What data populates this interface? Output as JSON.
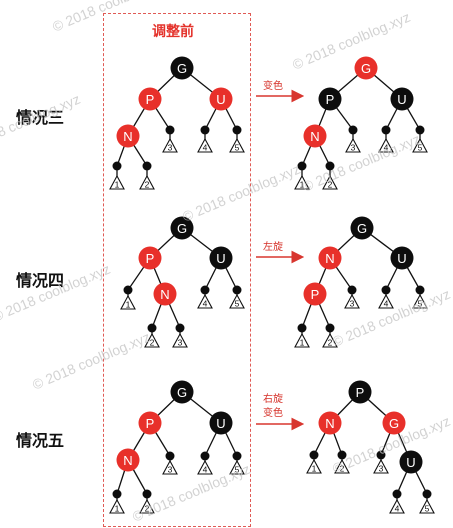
{
  "header": {
    "before_label": "调整前"
  },
  "watermark": {
    "text": "© 2018 coolblog.xyz"
  },
  "colors": {
    "red": "#e8302a",
    "black": "#0d0d0d",
    "arrow": "#d8362f",
    "dash": "#e05a55"
  },
  "rows": [
    {
      "case_label": "情况三",
      "action": [
        "变色"
      ],
      "before": {
        "nodes": [
          {
            "id": "G",
            "label": "G",
            "color": "black"
          },
          {
            "id": "P",
            "label": "P",
            "color": "red"
          },
          {
            "id": "U",
            "label": "U",
            "color": "red"
          },
          {
            "id": "N",
            "label": "N",
            "color": "red"
          },
          {
            "id": "p1",
            "label": "",
            "color": "nil"
          },
          {
            "id": "t3",
            "label": "3",
            "color": "tri"
          },
          {
            "id": "u1",
            "label": "",
            "color": "nil"
          },
          {
            "id": "u2",
            "label": "",
            "color": "nil"
          },
          {
            "id": "t4",
            "label": "4",
            "color": "tri"
          },
          {
            "id": "t5",
            "label": "5",
            "color": "tri"
          },
          {
            "id": "n1",
            "label": "",
            "color": "nil"
          },
          {
            "id": "n2",
            "label": "",
            "color": "nil"
          },
          {
            "id": "t1",
            "label": "1",
            "color": "tri"
          },
          {
            "id": "t2",
            "label": "2",
            "color": "tri"
          }
        ],
        "edges": [
          [
            "G",
            "P"
          ],
          [
            "G",
            "U"
          ],
          [
            "P",
            "N"
          ],
          [
            "P",
            "p1"
          ],
          [
            "p1",
            "t3"
          ],
          [
            "U",
            "u1"
          ],
          [
            "U",
            "u2"
          ],
          [
            "u1",
            "t4"
          ],
          [
            "u2",
            "t5"
          ],
          [
            "N",
            "n1"
          ],
          [
            "N",
            "n2"
          ],
          [
            "n1",
            "t1"
          ],
          [
            "n2",
            "t2"
          ]
        ]
      },
      "after": {
        "nodes": [
          {
            "id": "G",
            "label": "G",
            "color": "red"
          },
          {
            "id": "P",
            "label": "P",
            "color": "black"
          },
          {
            "id": "U",
            "label": "U",
            "color": "black"
          },
          {
            "id": "N",
            "label": "N",
            "color": "red"
          },
          {
            "id": "p1",
            "label": "",
            "color": "nil"
          },
          {
            "id": "t3",
            "label": "3",
            "color": "tri"
          },
          {
            "id": "u1",
            "label": "",
            "color": "nil"
          },
          {
            "id": "u2",
            "label": "",
            "color": "nil"
          },
          {
            "id": "t4",
            "label": "4",
            "color": "tri"
          },
          {
            "id": "t5",
            "label": "5",
            "color": "tri"
          },
          {
            "id": "n1",
            "label": "",
            "color": "nil"
          },
          {
            "id": "n2",
            "label": "",
            "color": "nil"
          },
          {
            "id": "t1",
            "label": "1",
            "color": "tri"
          },
          {
            "id": "t2",
            "label": "2",
            "color": "tri"
          }
        ],
        "edges": [
          [
            "G",
            "P"
          ],
          [
            "G",
            "U"
          ],
          [
            "P",
            "N"
          ],
          [
            "P",
            "p1"
          ],
          [
            "p1",
            "t3"
          ],
          [
            "U",
            "u1"
          ],
          [
            "U",
            "u2"
          ],
          [
            "u1",
            "t4"
          ],
          [
            "u2",
            "t5"
          ],
          [
            "N",
            "n1"
          ],
          [
            "N",
            "n2"
          ],
          [
            "n1",
            "t1"
          ],
          [
            "n2",
            "t2"
          ]
        ]
      }
    },
    {
      "case_label": "情况四",
      "action": [
        "左旋"
      ],
      "before": {
        "nodes": [
          {
            "id": "G",
            "label": "G",
            "color": "black"
          },
          {
            "id": "P",
            "label": "P",
            "color": "red"
          },
          {
            "id": "U",
            "label": "U",
            "color": "black"
          },
          {
            "id": "N",
            "label": "N",
            "color": "red"
          },
          {
            "id": "p1",
            "label": "",
            "color": "nil"
          },
          {
            "id": "t1",
            "label": "1",
            "color": "tri"
          },
          {
            "id": "u1",
            "label": "",
            "color": "nil"
          },
          {
            "id": "u2",
            "label": "",
            "color": "nil"
          },
          {
            "id": "t4",
            "label": "4",
            "color": "tri"
          },
          {
            "id": "t5",
            "label": "5",
            "color": "tri"
          },
          {
            "id": "n1",
            "label": "",
            "color": "nil"
          },
          {
            "id": "n2",
            "label": "",
            "color": "nil"
          },
          {
            "id": "t2",
            "label": "2",
            "color": "tri"
          },
          {
            "id": "t3",
            "label": "3",
            "color": "tri"
          }
        ],
        "edges": [
          [
            "G",
            "P"
          ],
          [
            "G",
            "U"
          ],
          [
            "P",
            "p1"
          ],
          [
            "p1",
            "t1"
          ],
          [
            "P",
            "N"
          ],
          [
            "U",
            "u1"
          ],
          [
            "U",
            "u2"
          ],
          [
            "u1",
            "t4"
          ],
          [
            "u2",
            "t5"
          ],
          [
            "N",
            "n1"
          ],
          [
            "N",
            "n2"
          ],
          [
            "n1",
            "t2"
          ],
          [
            "n2",
            "t3"
          ]
        ]
      },
      "after": {
        "nodes": [
          {
            "id": "G",
            "label": "G",
            "color": "black"
          },
          {
            "id": "N",
            "label": "N",
            "color": "red"
          },
          {
            "id": "U",
            "label": "U",
            "color": "black"
          },
          {
            "id": "P",
            "label": "P",
            "color": "red"
          },
          {
            "id": "m1",
            "label": "",
            "color": "nil"
          },
          {
            "id": "t3",
            "label": "3",
            "color": "tri"
          },
          {
            "id": "u1",
            "label": "",
            "color": "nil"
          },
          {
            "id": "u2",
            "label": "",
            "color": "nil"
          },
          {
            "id": "t4",
            "label": "4",
            "color": "tri"
          },
          {
            "id": "t5",
            "label": "5",
            "color": "tri"
          },
          {
            "id": "q1",
            "label": "",
            "color": "nil"
          },
          {
            "id": "q2",
            "label": "",
            "color": "nil"
          },
          {
            "id": "t1",
            "label": "1",
            "color": "tri"
          },
          {
            "id": "t2",
            "label": "2",
            "color": "tri"
          }
        ],
        "edges": [
          [
            "G",
            "N"
          ],
          [
            "G",
            "U"
          ],
          [
            "N",
            "P"
          ],
          [
            "N",
            "m1"
          ],
          [
            "m1",
            "t3"
          ],
          [
            "U",
            "u1"
          ],
          [
            "U",
            "u2"
          ],
          [
            "u1",
            "t4"
          ],
          [
            "u2",
            "t5"
          ],
          [
            "P",
            "q1"
          ],
          [
            "P",
            "q2"
          ],
          [
            "q1",
            "t1"
          ],
          [
            "q2",
            "t2"
          ]
        ]
      }
    },
    {
      "case_label": "情况五",
      "action": [
        "右旋",
        "变色"
      ],
      "before": {
        "nodes": [
          {
            "id": "G",
            "label": "G",
            "color": "black"
          },
          {
            "id": "P",
            "label": "P",
            "color": "red"
          },
          {
            "id": "U",
            "label": "U",
            "color": "black"
          },
          {
            "id": "N",
            "label": "N",
            "color": "red"
          },
          {
            "id": "p1",
            "label": "",
            "color": "nil"
          },
          {
            "id": "t3",
            "label": "3",
            "color": "tri"
          },
          {
            "id": "u1",
            "label": "",
            "color": "nil"
          },
          {
            "id": "u2",
            "label": "",
            "color": "nil"
          },
          {
            "id": "t4",
            "label": "4",
            "color": "tri"
          },
          {
            "id": "t5",
            "label": "5",
            "color": "tri"
          },
          {
            "id": "n1",
            "label": "",
            "color": "nil"
          },
          {
            "id": "n2",
            "label": "",
            "color": "nil"
          },
          {
            "id": "t1",
            "label": "1",
            "color": "tri"
          },
          {
            "id": "t2",
            "label": "2",
            "color": "tri"
          }
        ],
        "edges": [
          [
            "G",
            "P"
          ],
          [
            "G",
            "U"
          ],
          [
            "P",
            "N"
          ],
          [
            "P",
            "p1"
          ],
          [
            "p1",
            "t3"
          ],
          [
            "U",
            "u1"
          ],
          [
            "U",
            "u2"
          ],
          [
            "u1",
            "t4"
          ],
          [
            "u2",
            "t5"
          ],
          [
            "N",
            "n1"
          ],
          [
            "N",
            "n2"
          ],
          [
            "n1",
            "t1"
          ],
          [
            "n2",
            "t2"
          ]
        ]
      },
      "after": {
        "nodes": [
          {
            "id": "P",
            "label": "P",
            "color": "black"
          },
          {
            "id": "N",
            "label": "N",
            "color": "red"
          },
          {
            "id": "G",
            "label": "G",
            "color": "red"
          },
          {
            "id": "n1",
            "label": "",
            "color": "nil"
          },
          {
            "id": "n2",
            "label": "",
            "color": "nil"
          },
          {
            "id": "t1",
            "label": "1",
            "color": "tri"
          },
          {
            "id": "t2",
            "label": "2",
            "color": "tri"
          },
          {
            "id": "g1",
            "label": "",
            "color": "nil"
          },
          {
            "id": "t3",
            "label": "3",
            "color": "tri"
          },
          {
            "id": "U",
            "label": "U",
            "color": "black"
          },
          {
            "id": "u1",
            "label": "",
            "color": "nil"
          },
          {
            "id": "u2",
            "label": "",
            "color": "nil"
          },
          {
            "id": "t4",
            "label": "4",
            "color": "tri"
          },
          {
            "id": "t5",
            "label": "5",
            "color": "tri"
          }
        ],
        "edges": [
          [
            "P",
            "N"
          ],
          [
            "P",
            "G"
          ],
          [
            "N",
            "n1"
          ],
          [
            "N",
            "n2"
          ],
          [
            "n1",
            "t1"
          ],
          [
            "n2",
            "t2"
          ],
          [
            "G",
            "g1"
          ],
          [
            "g1",
            "t3"
          ],
          [
            "G",
            "U"
          ],
          [
            "U",
            "u1"
          ],
          [
            "U",
            "u2"
          ],
          [
            "u1",
            "t4"
          ],
          [
            "u2",
            "t5"
          ]
        ]
      }
    }
  ]
}
